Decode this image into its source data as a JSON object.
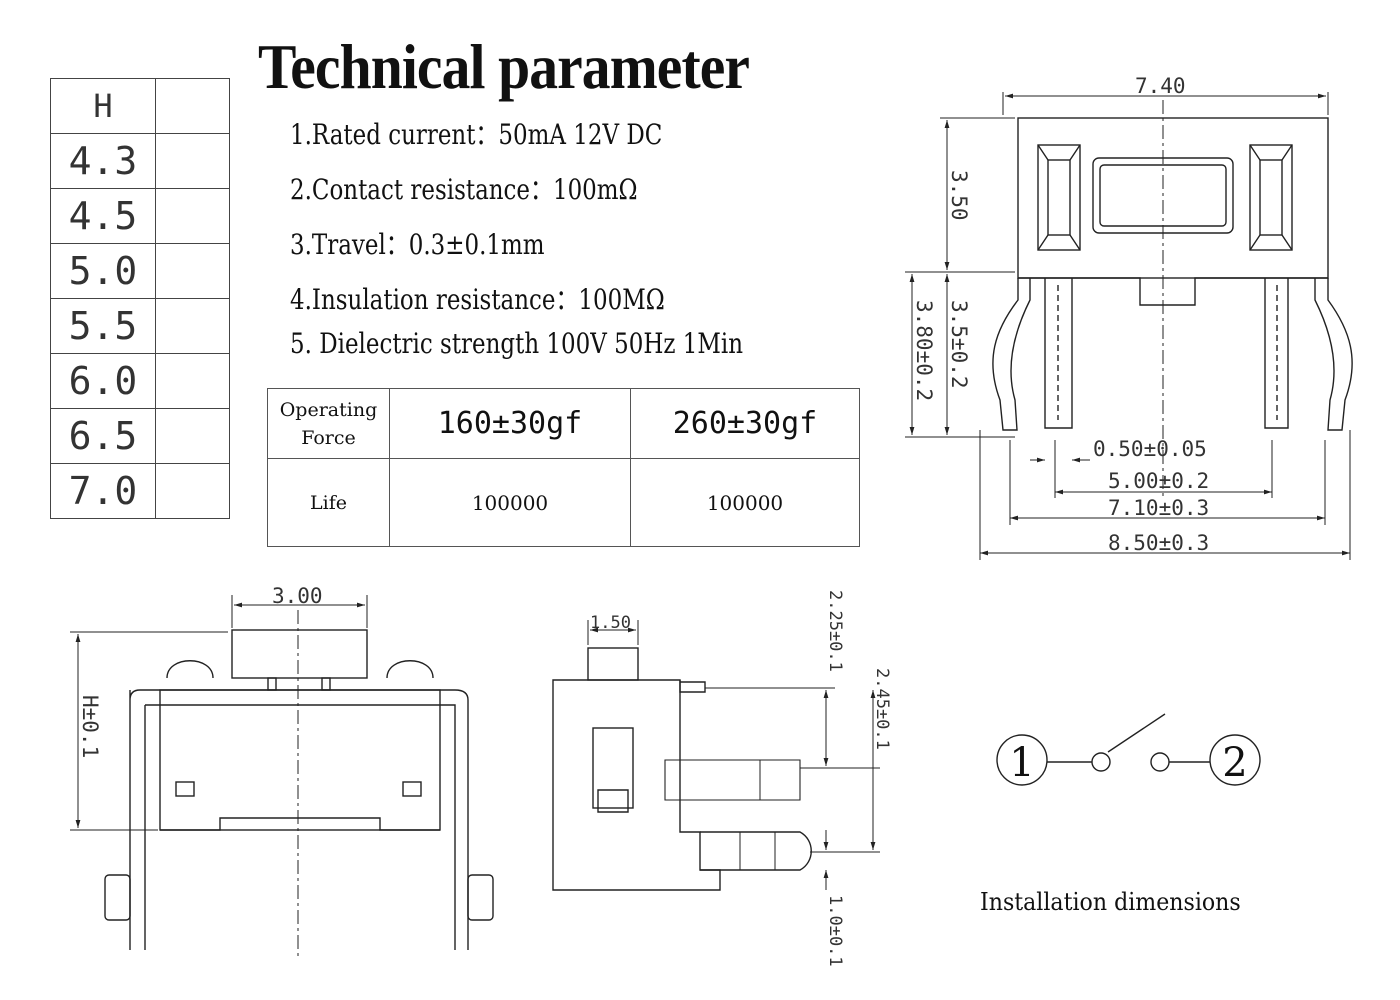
{
  "title": "Technical parameter",
  "specs": [
    "1.Rated current：50mA 12V DC",
    "2.Contact resistance：100mΩ",
    "3.Travel：0.3±0.1mm",
    "4.Insulation resistance：100MΩ",
    "5. Dielectric strength 100V 50Hz 1Min"
  ],
  "height_table": {
    "header": "H",
    "values": [
      "4.3",
      "4.5",
      "5.0",
      "5.5",
      "6.0",
      "6.5",
      "7.0"
    ]
  },
  "force_table": {
    "row1_label_line1": "Operating",
    "row1_label_line2": "Force",
    "force_a": "160±30gf",
    "force_b": "260±30gf",
    "row2_label": "Life",
    "life_a": "100000",
    "life_b": "100000"
  },
  "dimensions": {
    "top_width": "7.40",
    "body_height": "3.50",
    "total_lead": "3.80±0.2",
    "lead_length": "3.5±0.2",
    "pin_width": "0.50±0.05",
    "inner_span": "5.00±0.2",
    "mid_span": "7.10±0.3",
    "outer_span": "8.50±0.3",
    "front_width": "3.00",
    "height_tol": "H±0.1",
    "side_width": "1.50",
    "side_top": "2.25±0.1",
    "side_mid": "2.45±0.1",
    "side_bottom": "1.0±0.1"
  },
  "schematic": {
    "pin1": "1",
    "pin2": "2",
    "caption": "Installation dimensions"
  }
}
